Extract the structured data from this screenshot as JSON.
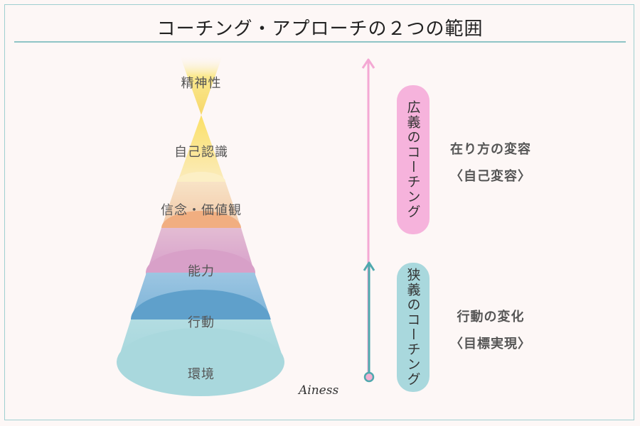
{
  "title": "コーチング・アプローチの２つの範囲",
  "levels": [
    "精神性",
    "自己認識",
    "信念・価値観",
    "能力",
    "行動",
    "環境"
  ],
  "broad": {
    "label": "広義のコーチング",
    "desc1": "在り方の変容",
    "desc2": "〈自己変容〉"
  },
  "narrow": {
    "label": "狭義のコーチング",
    "desc1": "行動の変化",
    "desc2": "〈目標実現〉"
  },
  "signature": "Ainess",
  "colors": {
    "border": "#9fcfd0",
    "environment": "#a9d8dd",
    "behavior": "#5fa3cc",
    "capability": "#d9a2c9",
    "belief": "#f2b886",
    "identity": "#fbe7a6",
    "spirit": "#f7e889",
    "broad_accent": "#f4a9d4",
    "narrow_accent": "#4fa9ae"
  }
}
